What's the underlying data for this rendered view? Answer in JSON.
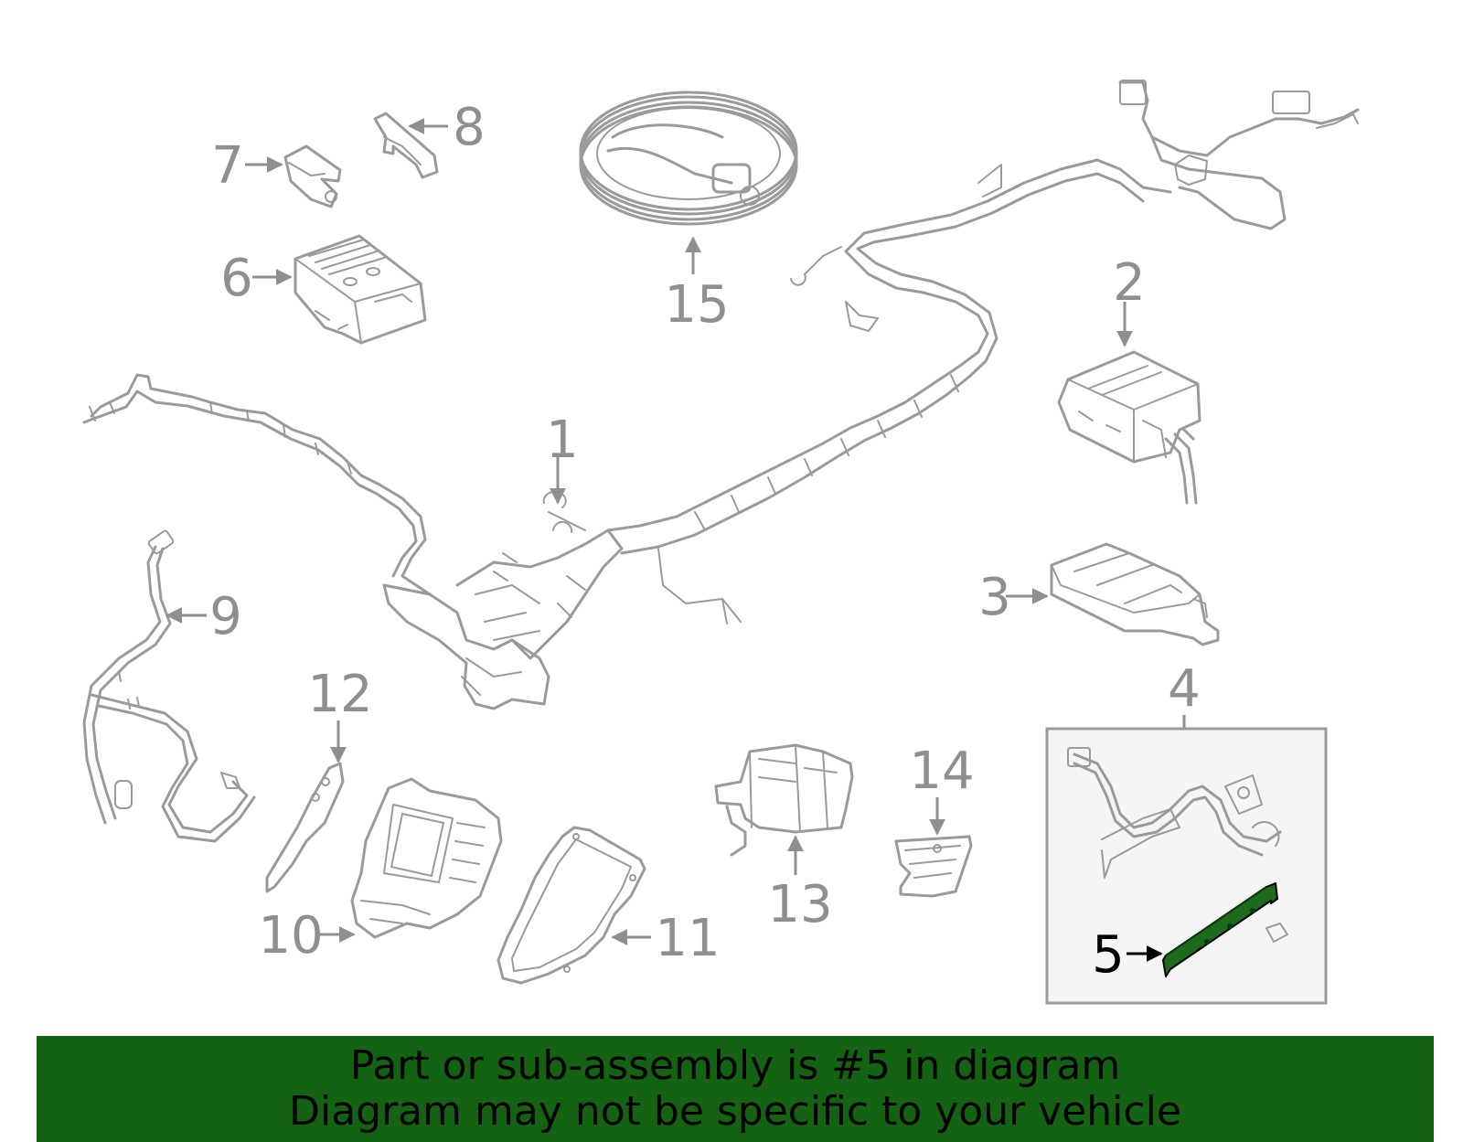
{
  "callouts": {
    "c1": "1",
    "c2": "2",
    "c3": "3",
    "c4": "4",
    "c5": "5",
    "c6": "6",
    "c7": "7",
    "c8": "8",
    "c9": "9",
    "c10": "10",
    "c11": "11",
    "c12": "12",
    "c13": "13",
    "c14": "14",
    "c15": "15"
  },
  "highlighted_part": "5",
  "colors": {
    "banner_bg": "#136313",
    "highlight_fill": "#1d6b1d",
    "part_stroke": "#9a9a9a",
    "callout_text": "#8f8f8f",
    "inset_bg": "#f5f5f5"
  },
  "banner": {
    "line1": "Part or sub-assembly is #5 in diagram",
    "line2": "Diagram may not be specific to your vehicle"
  }
}
